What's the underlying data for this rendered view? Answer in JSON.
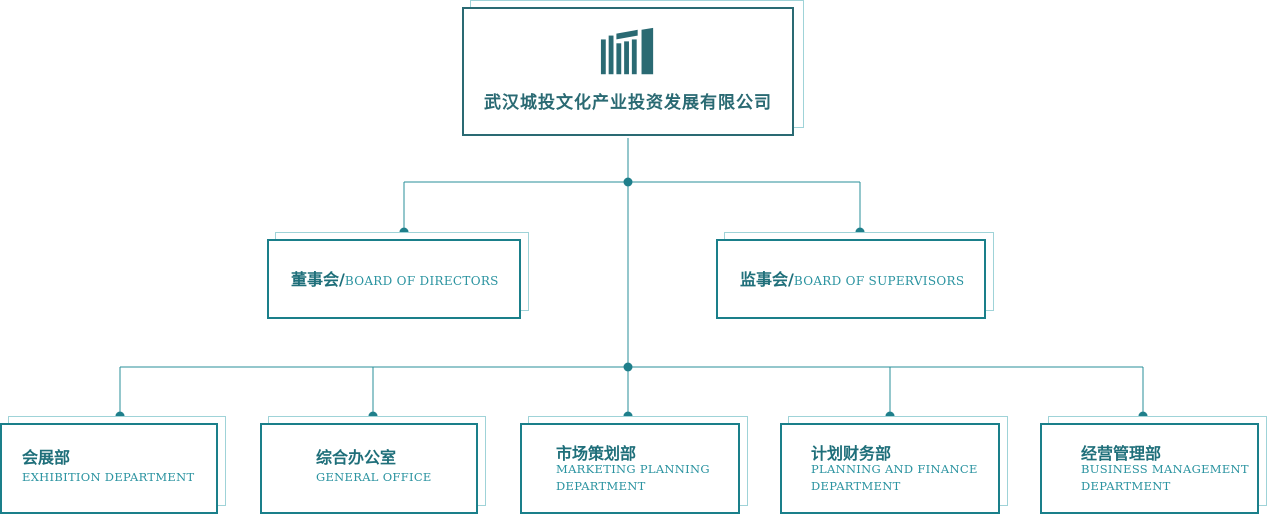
{
  "company": {
    "name": "武汉城投文化产业投资发展有限公司",
    "logo": "building-logo"
  },
  "boards": [
    {
      "cn": "董事会/",
      "en": "BOARD OF DIRECTORS"
    },
    {
      "cn": "监事会/",
      "en": "BOARD OF SUPERVISORS"
    }
  ],
  "departments": [
    {
      "cn": "会展部",
      "en": "EXHIBITION DEPARTMENT"
    },
    {
      "cn": "综合办公室",
      "en": "GENERAL OFFICE"
    },
    {
      "cn": "市场策划部",
      "en": "MARKETING PLANNING DEPARTMENT"
    },
    {
      "cn": "计划财务部",
      "en": "PLANNING AND FINANCE DEPARTMENT"
    },
    {
      "cn": "经营管理部",
      "en": "BUSINESS MANAGEMENT DEPARTMENT"
    }
  ],
  "colors": {
    "line": "#2a8f9a",
    "dot": "#1f7f8b",
    "frame": "#1a7f8a",
    "ghost": "#9fd3d8",
    "logo": "#2a6a73"
  }
}
